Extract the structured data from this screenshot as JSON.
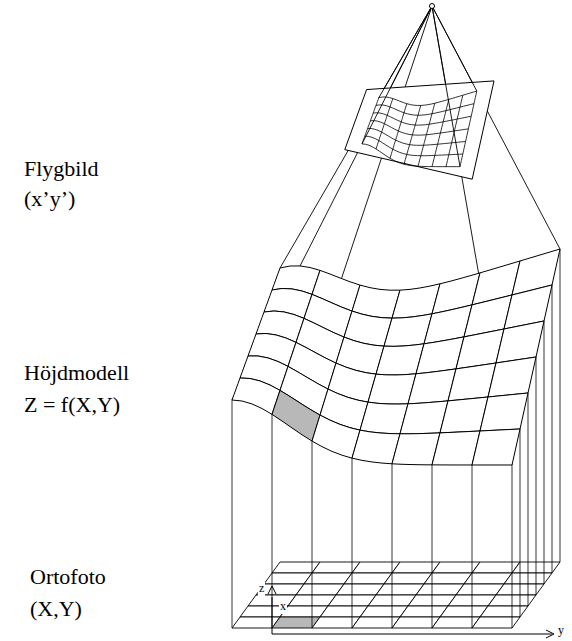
{
  "diagram": {
    "labels": [
      "Flygbild",
      "(x’y’)",
      "Höjdmodell",
      "Z = f(X,Y)",
      "Ortofoto",
      "(X,Y)",
      "z",
      "x",
      "y"
    ]
  }
}
